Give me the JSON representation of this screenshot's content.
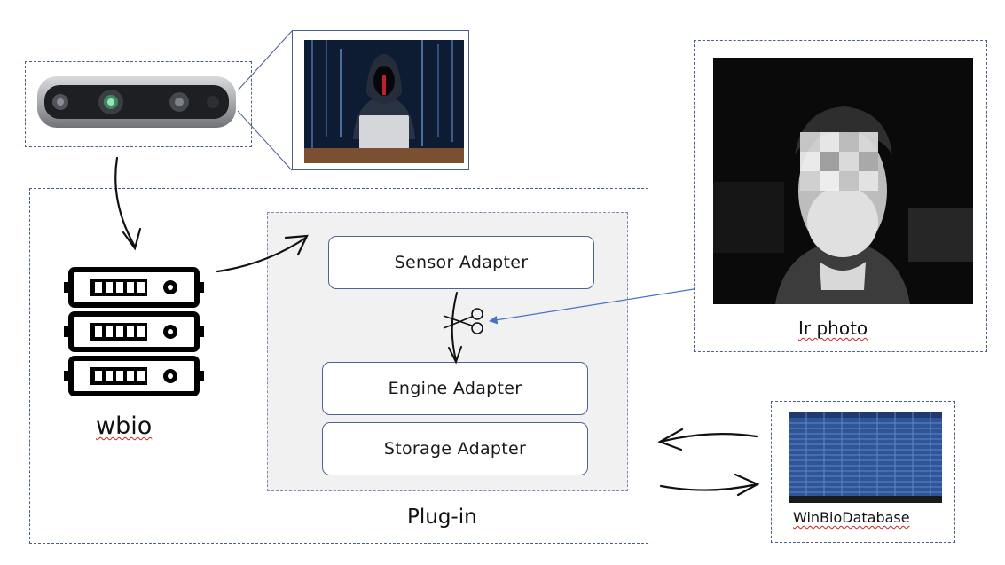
{
  "labels": {
    "wbio": "wbio",
    "plugin": "Plug-in",
    "ir_photo": "Ir photo",
    "database": "WinBioDatabase"
  },
  "adapters": {
    "sensor": "Sensor Adapter",
    "engine": "Engine Adapter",
    "storage": "Storage Adapter"
  },
  "icons": {
    "camera": "depth-camera-icon",
    "hacker": "hooded-hacker-photo",
    "server": "server-rack-icon",
    "scissors": "scissors-icon",
    "ir_photo": "ir-face-photo",
    "database": "database-table-icon"
  },
  "colors": {
    "dashed_border": "#4a5f8a",
    "adapter_border": "#4f6296",
    "panel_fill": "#f1f1f1",
    "callout_line": "#4a72c4",
    "db_fill": "#2f5597",
    "spellcheck": "#d02020"
  }
}
